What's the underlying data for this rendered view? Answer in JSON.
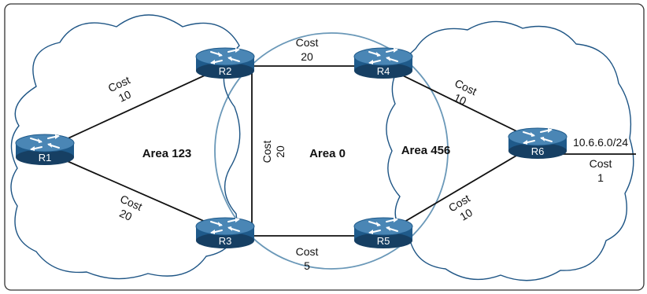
{
  "areas": {
    "area123": "Area 123",
    "area0": "Area 0",
    "area456": "Area 456"
  },
  "routers": {
    "r1": "R1",
    "r2": "R2",
    "r3": "R3",
    "r4": "R4",
    "r5": "R5",
    "r6": "R6"
  },
  "links": {
    "r1_r2": {
      "word": "Cost",
      "value": "10"
    },
    "r1_r3": {
      "word": "Cost",
      "value": "20"
    },
    "r2_r4": {
      "word": "Cost",
      "value": "20"
    },
    "r2_r3": {
      "word": "Cost",
      "value": "20"
    },
    "r3_r5": {
      "word": "Cost",
      "value": "5"
    },
    "r4_r6": {
      "word": "Cost",
      "value": "10"
    },
    "r5_r6": {
      "word": "Cost",
      "value": "10"
    },
    "r6_net": {
      "word": "Cost",
      "value": "1"
    }
  },
  "network": "10.6.6.0/24",
  "colors": {
    "router_body": "#1f5a8a",
    "router_top": "#4a86b5",
    "cloud_edge": "#1e5585",
    "area0_edge": "#6a98b8",
    "frame": "#333333"
  }
}
